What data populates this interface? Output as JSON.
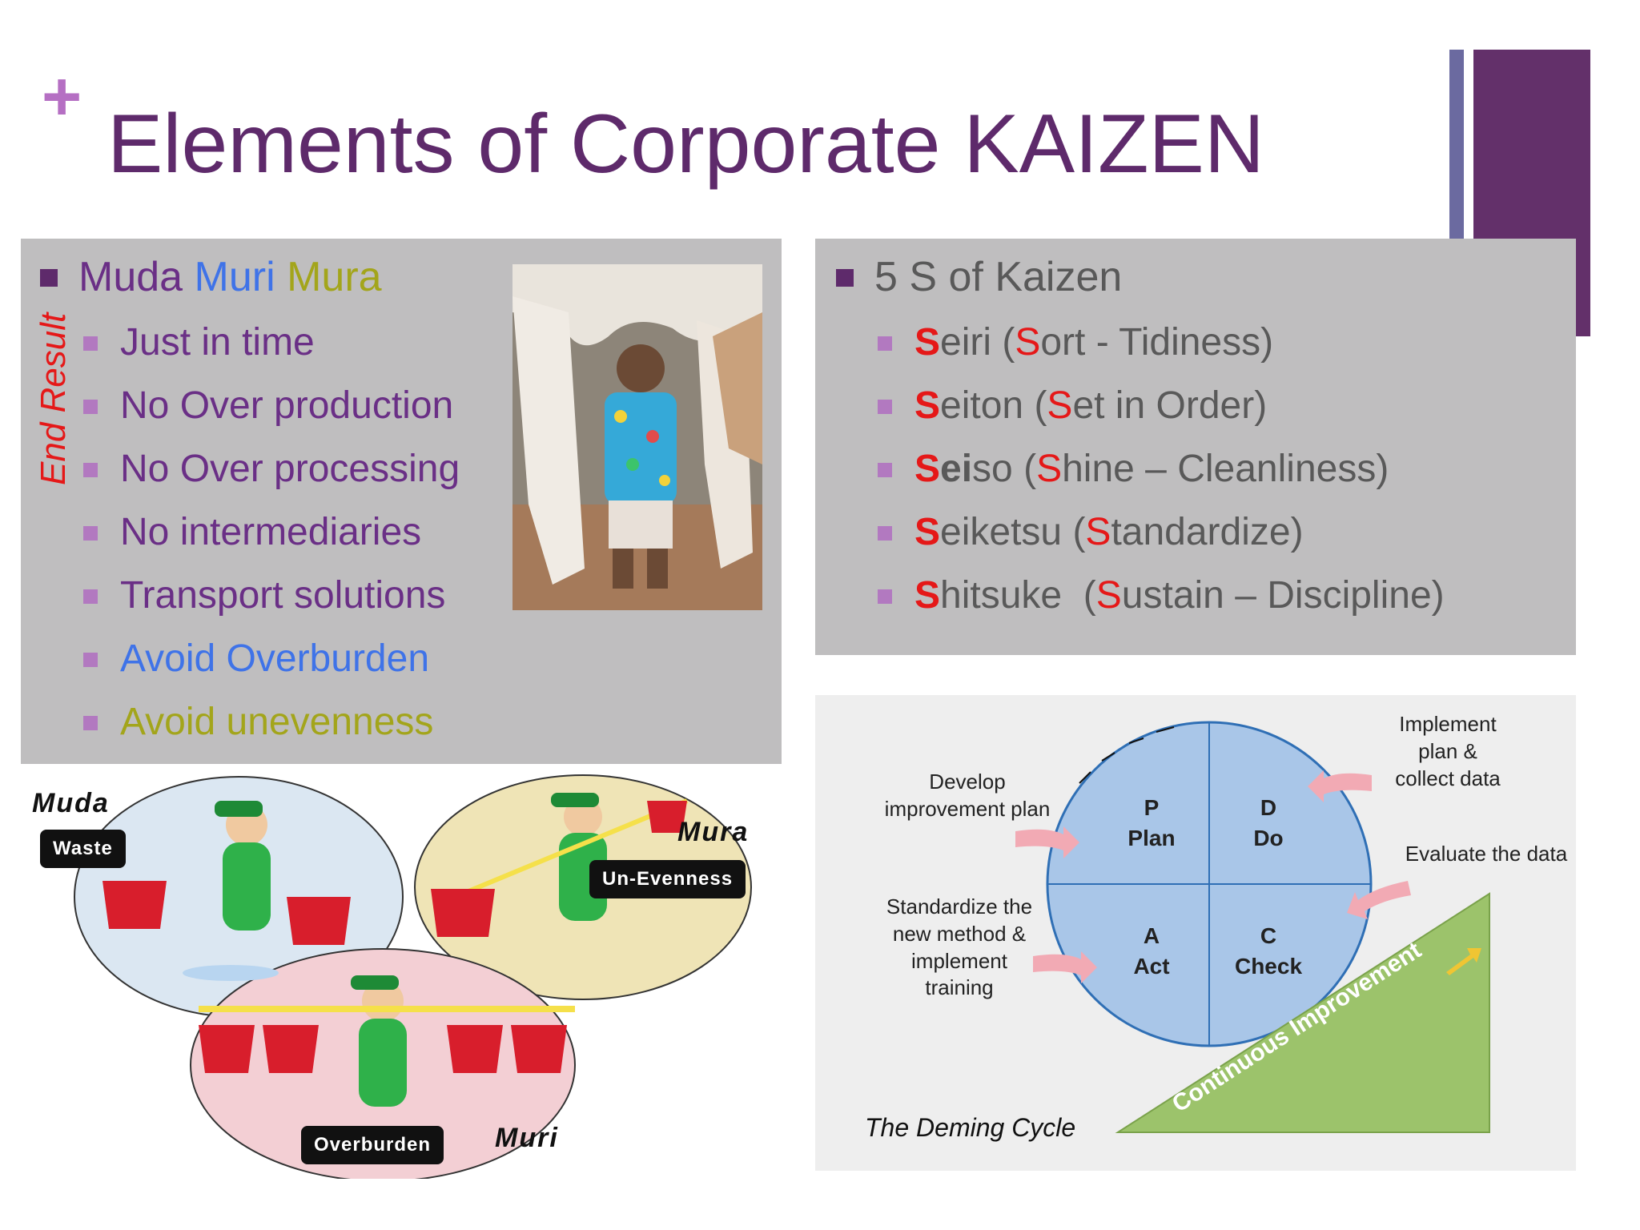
{
  "slide": {
    "plus_mark": "+",
    "title": "Elements of Corporate KAIZEN"
  },
  "left_panel": {
    "side_label": "End Result",
    "heading": {
      "muda": "Muda",
      "muri": "Muri",
      "mura": "Mura"
    },
    "items": [
      "Just in time",
      "No Over production",
      "No Over processing",
      "No intermediaries",
      "Transport solutions",
      "Avoid Overburden",
      "Avoid unevenness"
    ]
  },
  "right_panel": {
    "heading": "5 S of Kaizen",
    "items": [
      {
        "k1": "S",
        "k2": "eiri (",
        "s1": "S",
        "s2": "ort - Tidiness)"
      },
      {
        "k1": "S",
        "k2": "eiton (",
        "s1": "S",
        "s2": "et in Order)"
      },
      {
        "k1": "Sei",
        "k2": "so (",
        "s1": "S",
        "s2": "hine – Cleanliness)"
      },
      {
        "k1": "S",
        "k2": "eiketsu (",
        "s1": "S",
        "s2": "tandardize)"
      },
      {
        "k1": "S",
        "k2": "hitsuke  (",
        "s1": "S",
        "s2": "ustain – Discipline)"
      }
    ]
  },
  "cartoon": {
    "muda": "Muda",
    "waste": "Waste",
    "mura": "Mura",
    "unevenness": "Un-Evenness",
    "muri": "Muri",
    "overburden": "Overburden"
  },
  "deming": {
    "caption": "The Deming Cycle",
    "develop": [
      "Develop",
      "improvement plan"
    ],
    "implement": [
      "Implement",
      "plan &",
      "collect data"
    ],
    "evaluate": "Evaluate the data",
    "standardize": [
      "Standardize the",
      "new method &",
      "implement",
      "training"
    ],
    "plan_letter": "P",
    "plan": "Plan",
    "do_letter": "D",
    "do": "Do",
    "act_letter": "A",
    "act": "Act",
    "check_letter": "C",
    "check": "Check",
    "ramp": "Continuous Improvement"
  },
  "colors": {
    "title": "#5e2a6b",
    "muda": "#6a2f86",
    "muri": "#3f73e8",
    "mura": "#a3a51b",
    "accent_red": "#e51818",
    "circle": "#a9c6e8",
    "ramp": "#9cc36b"
  }
}
